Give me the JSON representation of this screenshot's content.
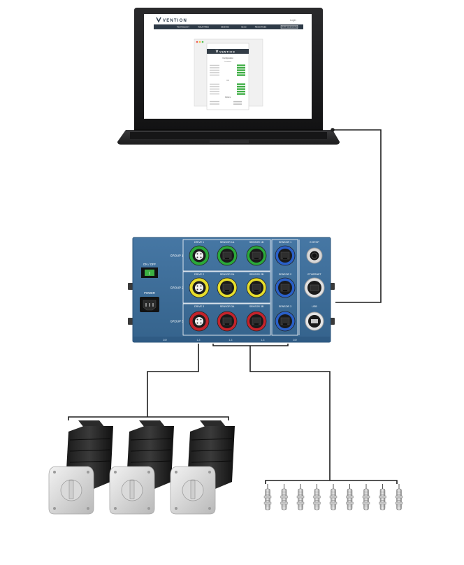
{
  "laptop": {
    "logo": "VENTION",
    "nav_right": "Login",
    "nav_items": [
      "TECHNOLOGY",
      "INDUSTRIES",
      "DESIGNS",
      "BLOG",
      "RESOURCES",
      "START DESIGNING"
    ],
    "dialog": {
      "logo": "VENTION",
      "heading": "Configuration",
      "subheading": "Controllers",
      "section2": "I/O",
      "section3": "Options"
    }
  },
  "controller": {
    "switch_label": "ON / OFF",
    "power_label": "POWER",
    "groups": [
      "GROUP 1",
      "GROUP 2",
      "GROUP 3"
    ],
    "drive_labels": [
      "DRIVE 1",
      "DRIVE 2",
      "DRIVE 3"
    ],
    "sensor_labels_a": [
      "SENSOR 1A",
      "SENSOR 2A",
      "SENSOR 3A"
    ],
    "sensor_labels_b": [
      "SENSOR 1B",
      "SENSOR 2B",
      "SENSOR 3B"
    ],
    "sensor_labels_c": [
      "SENSOR 1",
      "SENSOR 2",
      "SENSOR 3"
    ],
    "right_labels": [
      "E-STOP",
      "ETHERNET",
      "USB"
    ],
    "bottom_labels": [
      "24V",
      "1-3",
      "1-3",
      "1-3",
      "24V"
    ],
    "colors": {
      "panel": "#3d6d98",
      "panel_edge": "#2b5378",
      "group1": "#2aa83a",
      "group2": "#e6dd2c",
      "group3": "#c4232b",
      "sensor": "#2a60c8"
    }
  },
  "motors": {
    "count": 3
  },
  "sensors": {
    "count": 9
  }
}
